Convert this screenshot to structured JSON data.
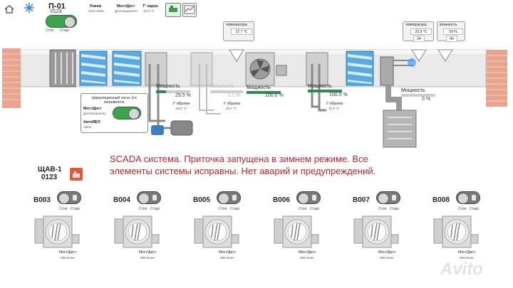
{
  "header": {
    "unit_name": "П-01",
    "unit_id": "0123",
    "stop_label": "Стоп",
    "start_label": "Старт",
    "mode_label": "Режим",
    "mode_value": "Пуск Зима",
    "local_label": "Мест/Дист",
    "local_value": "Дистанционно",
    "outdoor_label": "T° наруж",
    "outdoor_value": "-20.4 °C"
  },
  "sensors": {
    "temp1_label": "температура",
    "temp1_value": "17.7 °C",
    "temp2_label": "температура",
    "temp2_value": "23.3 °C",
    "hum_label": "влажность",
    "hum_value": "59 %",
    "hum_set": "24",
    "hum_set2": "40"
  },
  "power": [
    {
      "label": "Мощность",
      "value": "29.5 %",
      "level": 0.3
    },
    {
      "label": "Мощность",
      "value": "0.0 %",
      "level": 0.0
    },
    {
      "label": "Мощность",
      "value": "100.0 %",
      "level": 1.0
    },
    {
      "label": "Мощность",
      "value": "100.0 %",
      "level": 1.0
    },
    {
      "label": "Мощность",
      "value": "0 %",
      "level": 0.0
    }
  ],
  "returns": [
    {
      "label": "t° обратки",
      "value": "63.5 °C"
    },
    {
      "label": "t° обратки",
      "value": "25.0 °C"
    },
    {
      "label": "t° обратки",
      "value": "33.5 °C"
    }
  ],
  "pump": {
    "title": "Циркуляционный насос 1го нагревателя",
    "local_label": "Мест/Дист",
    "local_value": "Дистанционно",
    "auto_label": "Авто/ВКЛ",
    "auto_value": "Авто"
  },
  "shav": {
    "name": "ЩАВ-1",
    "id": "0123"
  },
  "message": "SCADA система. Приточка запущена в зимнем режиме. Все элементы системы исправны. Нет аварий и предупреждений.",
  "fans": [
    {
      "name": "B003",
      "stop": "Стоп",
      "start": "Старт",
      "mode_label": "Мест/Дист",
      "mode_value": "Местное"
    },
    {
      "name": "B004",
      "stop": "Стоп",
      "start": "Старт",
      "mode_label": "Мест/Дист",
      "mode_value": "Местное"
    },
    {
      "name": "B005",
      "stop": "Стоп",
      "start": "Старт",
      "mode_label": "Мест/Дист",
      "mode_value": "Местное"
    },
    {
      "name": "B006",
      "stop": "Стоп",
      "start": "Старт",
      "mode_label": "Мест/Дист",
      "mode_value": "Местное"
    },
    {
      "name": "B007",
      "stop": "Стоп",
      "start": "Старт",
      "mode_label": "Мест/Дист",
      "mode_value": "Местное"
    },
    {
      "name": "B008",
      "stop": "Стоп",
      "start": "Старт",
      "mode_label": "Мест/Дист",
      "mode_value": "Местное"
    }
  ],
  "watermark": "Avito",
  "colors": {
    "running": "#3fa34d",
    "stopped": "#7a7a7a",
    "duct": "#e6e6e6",
    "coil": "#4da3dc",
    "alarm": "#c0262b"
  }
}
